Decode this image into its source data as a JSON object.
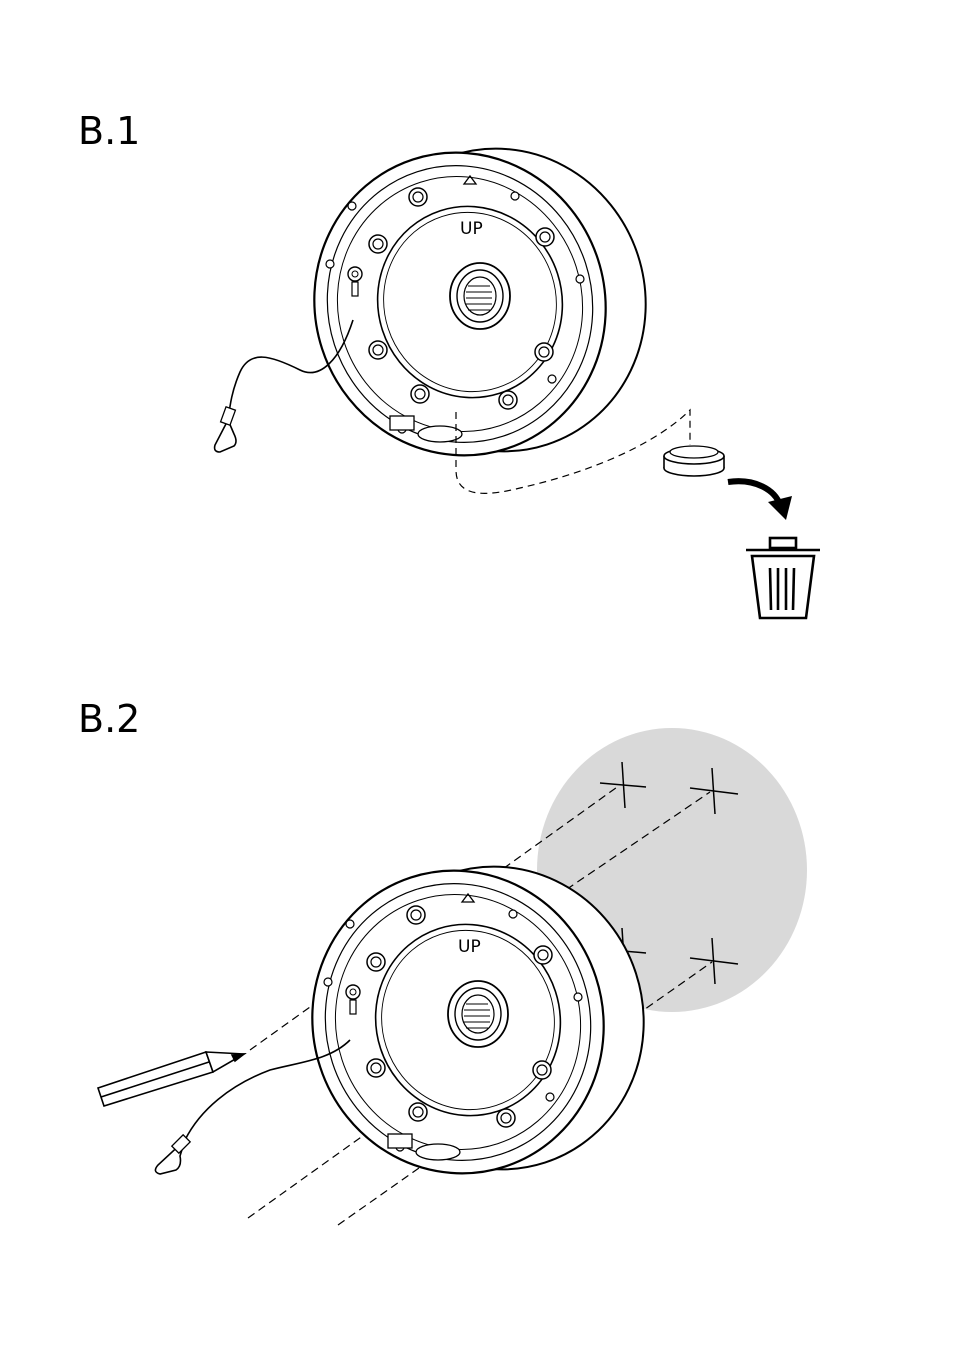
{
  "steps": [
    {
      "label": "B.1",
      "up_marking": "UP"
    },
    {
      "label": "B.2",
      "up_marking": "UP"
    }
  ],
  "colors": {
    "line": "#000000",
    "wall": "#d9d9d9"
  },
  "icons": [
    "trash-can-icon",
    "pencil-icon",
    "curved-arrow-icon",
    "drill-mark-icon"
  ]
}
